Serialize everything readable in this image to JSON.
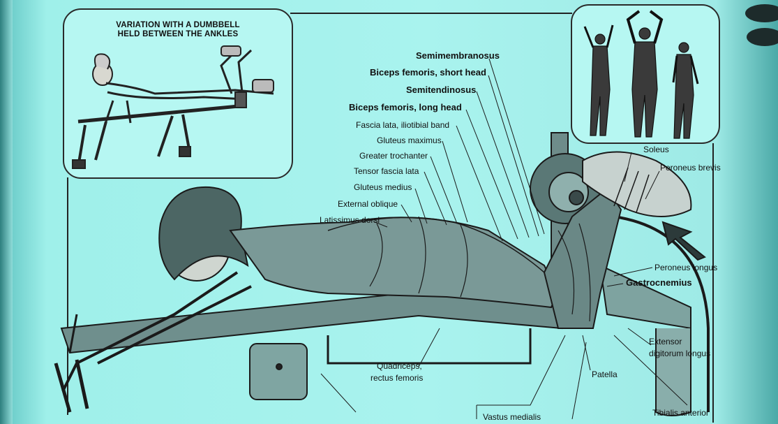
{
  "inset": {
    "title_line1": "VARIATION WITH A DUMBBELL",
    "title_line2": "HELD BETWEEN THE ANKLES"
  },
  "labels": {
    "semimembranosus": "Semimembranosus",
    "biceps_short": "Biceps femoris, short head",
    "semitendinosus": "Semitendinosus",
    "biceps_long": "Biceps femoris, long head",
    "fascia_lata": "Fascia lata, iliotibial band",
    "gluteus_maximus": "Gluteus maximus",
    "greater_trochanter": "Greater trochanter",
    "tensor_fascia_lata": "Tensor fascia lata",
    "gluteus_medius": "Gluteus medius",
    "external_oblique": "External oblique",
    "latissimus_dorsi": "Latissimus dorsi",
    "soleus": "Soleus",
    "peroneus_brevis": "Peroneus brevis",
    "peroneus_longus": "Peroneus longus",
    "gastrocnemius": "Gastrocnemius",
    "extensor_line1": "Extensor",
    "extensor_line2": "digitorum longus",
    "quadriceps_line1": "Quadriceps,",
    "quadriceps_line2": "rectus femoris",
    "patella": "Patella",
    "tibialis_anterior": "Tibialis anterior",
    "vastus_medialis": "Vastus medialis"
  },
  "colors": {
    "paper": "#a9f3ee",
    "ink": "#111111"
  }
}
